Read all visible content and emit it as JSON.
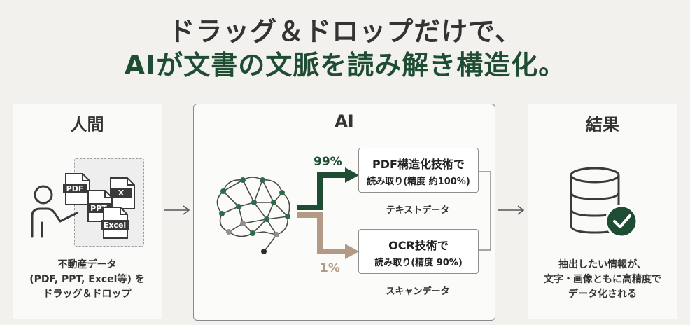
{
  "heading": {
    "line1": "ドラッグ＆ドロップだけで、",
    "line2": "AIが文書の文脈を読み解き構造化。"
  },
  "human": {
    "title": "人間",
    "docs": [
      "PDF",
      "PPT",
      "X",
      "Excel"
    ],
    "caption": [
      "不動産データ",
      "(PDF, PPT, Excel等) を",
      "ドラッグ＆ドロップ"
    ]
  },
  "ai": {
    "title": "AI",
    "top_percent": "99%",
    "bottom_percent": "1%",
    "box1": {
      "line1": "PDF構造化技術で",
      "line2": "読み取り(精度 約100%)",
      "label": "テキストデータ"
    },
    "box2": {
      "line1": "OCR技術で",
      "line2": "読み取り(精度 90%)",
      "label": "スキャンデータ"
    }
  },
  "result": {
    "title": "結果",
    "caption": [
      "抽出したい情報が、",
      "文字・画像ともに高精度で",
      "データ化される"
    ]
  },
  "colors": {
    "dark_green": "#1f4d33",
    "tan": "#b39a86",
    "text": "#333333"
  }
}
